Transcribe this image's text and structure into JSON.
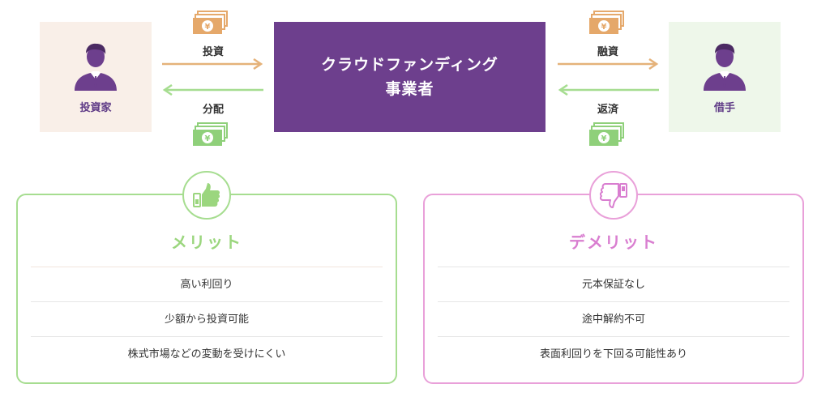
{
  "investor": {
    "label": "投資家",
    "icon": "businessman-icon",
    "bg": "#f9efe8"
  },
  "borrower": {
    "label": "借手",
    "icon": "businessman-icon",
    "bg": "#eef7ea"
  },
  "center": {
    "line1": "クラウドファンディング",
    "line2": "事業者",
    "bg": "#6d3f8d"
  },
  "flows": {
    "invest": "投資",
    "distribute": "分配",
    "lend": "融資",
    "repay": "返済"
  },
  "colors": {
    "orange_arrow": "#e5b27a",
    "green_arrow": "#a6dd90",
    "money_orange": "#e5a86a",
    "money_green": "#8fd07a"
  },
  "merit": {
    "title": "メリット",
    "icon": "thumbs-up-icon",
    "items": [
      "高い利回り",
      "少額から投資可能",
      "株式市場などの変動を受けにくい"
    ]
  },
  "demerit": {
    "title": "デメリット",
    "icon": "thumbs-down-icon",
    "items": [
      "元本保証なし",
      "途中解約不可",
      "表面利回りを下回る可能性あり"
    ]
  }
}
